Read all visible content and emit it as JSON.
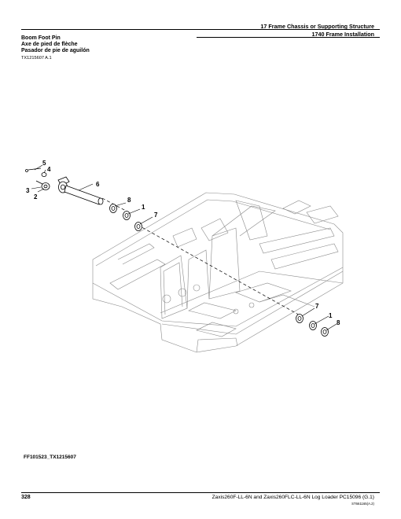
{
  "header": {
    "section": "17 Frame Chassis or Supporting Structure",
    "subsection": "1740 Frame Installation"
  },
  "titles": {
    "english": "Boom Foot Pin",
    "french": "Axe de pied de flèche",
    "spanish": "Pasador de pie de aguilón"
  },
  "reference_code": "TX1215607 A.1",
  "diagram": {
    "callouts": [
      "5",
      "4",
      "3",
      "2",
      "6",
      "8",
      "1",
      "7",
      "7",
      "1",
      "8"
    ]
  },
  "figure_id": "FF101523_TX1215607",
  "footer": {
    "page_number": "328",
    "title": "Zaxis260F-LL-6N and Zaxis260FLC-LL-6N Log Loader   PC15096   (G.1)",
    "code": "ST661165(A.2)"
  }
}
